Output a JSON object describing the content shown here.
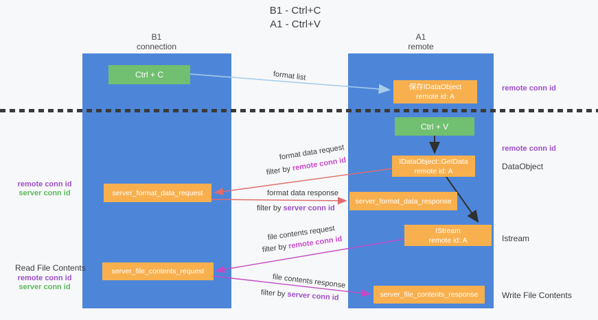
{
  "title": {
    "line1": "B1 - Ctrl+C",
    "line2": "A1 - Ctrl+V"
  },
  "lanes": {
    "left": {
      "title": "B1",
      "subtitle": "connection"
    },
    "right": {
      "title": "A1",
      "subtitle": "remote"
    }
  },
  "nodes": {
    "ctrl_c": {
      "label": "Ctrl + C"
    },
    "save_idataobject": {
      "line1": "保存IDataObject",
      "line2": "remote id: A"
    },
    "ctrl_v": {
      "label": "Ctrl + V"
    },
    "getdata": {
      "line1": "IDataObject::GetData",
      "line2": "remote id: A"
    },
    "format_request": {
      "label": "server_format_data_request"
    },
    "format_response": {
      "label": "server_format_data_response"
    },
    "istream": {
      "line1": "IStream",
      "line2": "remote id: A"
    },
    "file_request": {
      "label": "server_file_contents_request"
    },
    "file_response": {
      "label": "server_file_contents_response"
    }
  },
  "flow_labels": {
    "format_list": "format list",
    "format_data_request": "format data request",
    "format_data_response": "format data response",
    "file_contents_request": "file contents request",
    "file_contents_response": "file contents response",
    "filter_by": "filter by",
    "remote_conn_id": "remote conn id",
    "server_conn_id": "server conn id"
  },
  "margin_labels": {
    "right_remote_conn_id_top": "remote conn id",
    "right_remote_conn_id_mid": "remote conn id",
    "dataobject": "DataObject",
    "istream": "Istream",
    "write_file_contents": "Write File Contents",
    "left_remote_conn_id_top": "remote conn id",
    "left_server_conn_id_top": "server conn id",
    "read_file_contents": "Read File Contents",
    "left_remote_conn_id_bottom": "remote conn id",
    "left_server_conn_id_bottom": "server conn id"
  },
  "colors": {
    "lane_blue": "#4d86d9",
    "node_orange": "#f8b04e",
    "node_green": "#71bf71",
    "arrow_light_blue": "#a7cdeb",
    "arrow_red": "#e06c6c",
    "arrow_magenta": "#c44ac4",
    "arrow_black": "#303030",
    "text_purple": "#9d4ec9",
    "text_magenta": "#c94bc9",
    "text_green": "#5cb85c"
  }
}
